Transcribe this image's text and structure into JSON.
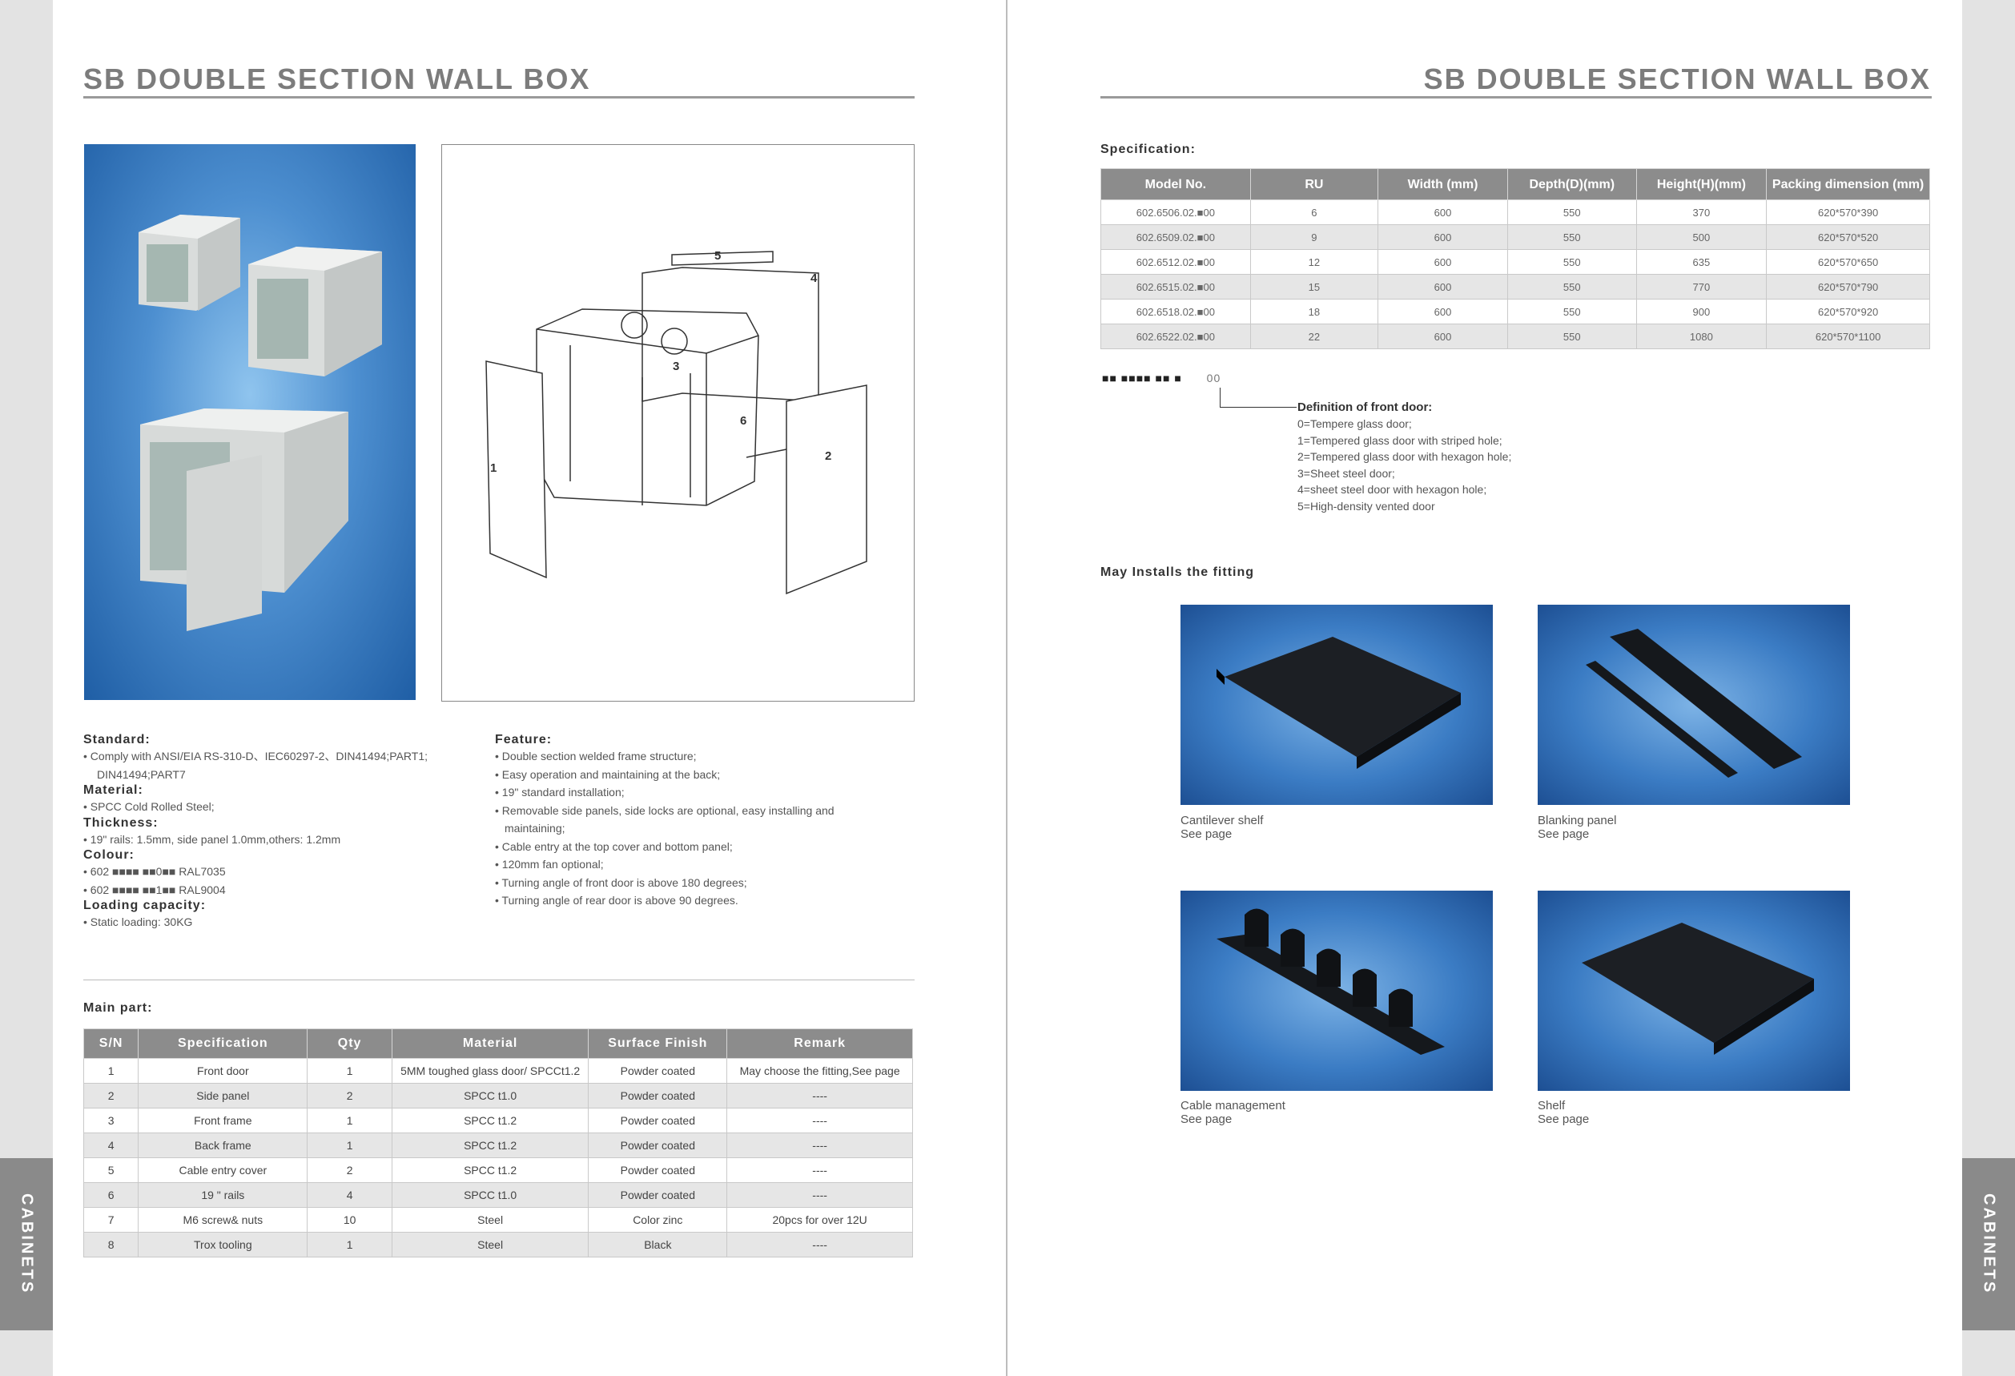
{
  "side_tab_label": "CABINETS",
  "page_title": "SB DOUBLE SECTION WALL BOX",
  "left": {
    "standard": {
      "heading": "Standard:",
      "lines": [
        "• Comply with ANSI/EIA RS-310-D、IEC60297-2、DIN41494;PART1;",
        "DIN41494;PART7"
      ]
    },
    "material": {
      "heading": "Material:",
      "lines": [
        "• SPCC Cold Rolled Steel;"
      ]
    },
    "thickness": {
      "heading": "Thickness:",
      "lines": [
        "• 19\" rails: 1.5mm, side panel 1.0mm,others: 1.2mm"
      ]
    },
    "colour": {
      "heading": "Colour:",
      "lines": [
        "• 602 ■■■■ ■■0■■ RAL7035",
        "• 602 ■■■■ ■■1■■ RAL9004"
      ]
    },
    "loading": {
      "heading": "Loading capacity:",
      "lines": [
        "• Static loading: 30KG"
      ]
    },
    "feature": {
      "heading": "Feature:",
      "lines": [
        "• Double section welded frame structure;",
        "• Easy operation and maintaining at the back;",
        "• 19\"  standard installation;",
        "• Removable side panels, side locks are optional, easy installing and",
        "  maintaining;",
        "• Cable entry at the top cover and bottom panel;",
        "• 120mm fan optional;",
        "• Turning angle of front door is above 180 degrees;",
        "• Turning angle of rear door is above 90 degrees."
      ]
    },
    "diagram_labels": [
      "1",
      "2",
      "3",
      "4",
      "5",
      "6"
    ],
    "main_part": {
      "heading": "Main part:",
      "columns": [
        "S/N",
        "Specification",
        "Qty",
        "Material",
        "Surface Finish",
        "Remark"
      ],
      "rows": [
        [
          "1",
          "Front door",
          "1",
          "5MM toughed glass door/ SPCCt1.2",
          "Powder coated",
          "May choose the fitting,See page"
        ],
        [
          "2",
          "Side panel",
          "2",
          "SPCC t1.0",
          "Powder coated",
          "----"
        ],
        [
          "3",
          "Front frame",
          "1",
          "SPCC t1.2",
          "Powder coated",
          "----"
        ],
        [
          "4",
          "Back frame",
          "1",
          "SPCC t1.2",
          "Powder coated",
          "----"
        ],
        [
          "5",
          "Cable entry cover",
          "2",
          "SPCC t1.2",
          "Powder coated",
          "----"
        ],
        [
          "6",
          "19 \" rails",
          "4",
          "SPCC t1.0",
          "Powder coated",
          "----"
        ],
        [
          "7",
          "M6 screw& nuts",
          "10",
          "Steel",
          "Color zinc",
          "20pcs for over 12U"
        ],
        [
          "8",
          "Trox tooling",
          "1",
          "Steel",
          "Black",
          "----"
        ]
      ]
    }
  },
  "right": {
    "specification": {
      "heading": "Specification:",
      "columns": [
        "Model No.",
        "RU",
        "Width (mm)",
        "Depth(D)(mm)",
        "Height(H)(mm)",
        "Packing dimension (mm)"
      ],
      "rows": [
        [
          "602.6506.02.■00",
          "6",
          "600",
          "550",
          "370",
          "620*570*390"
        ],
        [
          "602.6509.02.■00",
          "9",
          "600",
          "550",
          "500",
          "620*570*520"
        ],
        [
          "602.6512.02.■00",
          "12",
          "600",
          "550",
          "635",
          "620*570*650"
        ],
        [
          "602.6515.02.■00",
          "15",
          "600",
          "550",
          "770",
          "620*570*790"
        ],
        [
          "602.6518.02.■00",
          "18",
          "600",
          "550",
          "900",
          "620*570*920"
        ],
        [
          "602.6522.02.■00",
          "22",
          "600",
          "550",
          "1080",
          "620*570*1100"
        ]
      ]
    },
    "code_pattern": "■■  ■■■■  ■■  ■",
    "code_suffix": "00",
    "front_door": {
      "heading": "Definition of front door:",
      "lines": [
        "0=Tempere glass door;",
        "1=Tempered glass door with striped hole;",
        "2=Tempered glass door with hexagon hole;",
        "3=Sheet steel door;",
        "4=sheet steel door with hexagon hole;",
        "5=High-density vented door"
      ]
    },
    "fittings_heading": "May Installs the fitting",
    "fittings": [
      {
        "name": "Cantilever shelf",
        "sub": "See page"
      },
      {
        "name": "Blanking panel",
        "sub": "See page"
      },
      {
        "name": "Cable management",
        "sub": "See page"
      },
      {
        "name": "Shelf",
        "sub": "See page"
      }
    ]
  },
  "colors": {
    "title_gray": "#7c7c7c",
    "header_gray": "#8c8c8c",
    "photo_blue": "#3b7cc4",
    "tab_gray": "#8a8a8a"
  }
}
